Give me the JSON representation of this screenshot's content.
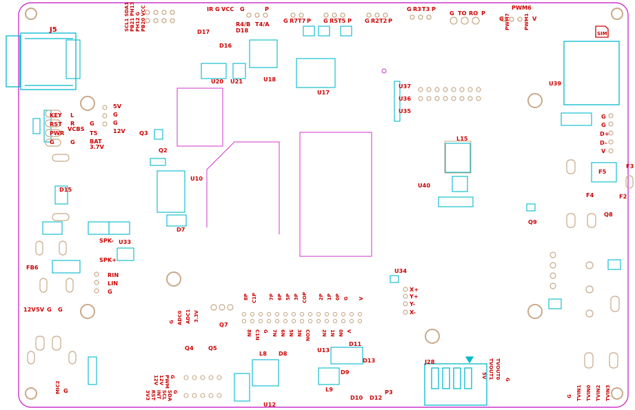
{
  "colors": {
    "background": "#ffffff",
    "outline": "#cc33cc",
    "silkscreen": "#cc0000",
    "pads": "#00b8cc",
    "holes": "#c8a888"
  },
  "labels": {
    "j5": "J5",
    "key": "KEY",
    "rst": "RST",
    "pwr": "PWR",
    "g_left": "G",
    "l": "L",
    "vcbs": "VCBS",
    "r": "R",
    "t5": "T5",
    "g_a": "G",
    "g_b": "G",
    "bat": "BAT",
    "v37": "3.7V",
    "v5": "5V",
    "g_p1": "G",
    "g_p2": "G",
    "v12": "12V",
    "pb20": "PB20 VCC",
    "ph12": "PH12 G",
    "pb21": "PB21 PH13",
    "scl1": "SCL1 SDA1",
    "ir": "IR",
    "ir_g": "G",
    "ir_vcc": "VCC",
    "d17": "D17",
    "d18": "D18",
    "d16": "D16",
    "u20": "U20",
    "u21": "U21",
    "g_top1": "G",
    "p_top1": "P",
    "r4b": "R4/B",
    "t4a": "T4/A",
    "u18": "U18",
    "g_top2": "G",
    "r7": "R7",
    "t7": "T7",
    "p_top2": "P",
    "g_top3": "G",
    "r5": "R5",
    "t5b": "T5",
    "p_top3": "P",
    "g_top4": "G",
    "r2": "R2",
    "t2": "T2",
    "p_top4": "P",
    "u17": "U17",
    "g_top5": "G",
    "r3": "R3",
    "t3": "T3",
    "p_top5": "P",
    "g_top6": "G",
    "to": "TO",
    "ro": "RO",
    "p_top6": "P",
    "pwm6": "PWM6",
    "pwm7": "PWM7",
    "pwm1": "PWM1",
    "g_pwm": "G",
    "v_pwm": "V",
    "sim": "SIM",
    "u37": "U37",
    "u36": "U36",
    "u35": "U35",
    "u39": "U39",
    "q3": "Q3",
    "q2": "Q2",
    "u10": "U10",
    "d7": "D7",
    "d15": "D15",
    "l15": "L15",
    "u40": "U40",
    "f5": "F5",
    "f3": "F3",
    "f4": "F4",
    "f2": "F2",
    "q8": "Q8",
    "q9": "Q9",
    "g_r1": "G",
    "g_r2": "G",
    "dp": "D+",
    "dm": "D-",
    "v_r": "V",
    "spkm": "SPK-",
    "spkp": "SPK+",
    "u33": "U33",
    "fb6": "FB6",
    "rin": "RIN",
    "lin": "LIN",
    "g_aud": "G",
    "v12b": "12V",
    "v5b": "5V",
    "g_b1": "G",
    "g_b2": "G",
    "mic2": "MIC2",
    "g_mic": "G",
    "u34": "U34",
    "xp": "X+",
    "yp": "Y+",
    "ym": "Y-",
    "xm": "X-",
    "v33": "3.3V",
    "adc1": "ADC1",
    "adc0": "ADC0",
    "g_adc": "G",
    "q7": "Q7",
    "q4": "Q4",
    "q5": "Q5",
    "c1p": "C1P",
    "c1n": "C1N",
    "bp": "8P",
    "bn": "8N",
    "p7": "7P",
    "n7": "7N",
    "p6": "6P",
    "n6": "6N",
    "p5": "5P",
    "n5": "5N",
    "p3": "3P",
    "n3": "3N",
    "cop": "COP",
    "con": "CON",
    "p2": "2P",
    "n2": "2N",
    "p1": "1P",
    "n1": "1N",
    "p0": "0P",
    "n0": "0N",
    "g_cam1": "G",
    "g_cam2": "G",
    "v_cam1": "V",
    "v_cam2": "V",
    "l8": "L8",
    "d8": "D8",
    "u12": "U12",
    "u13": "U13",
    "d11": "D11",
    "d13": "D13",
    "d9": "D9",
    "l9": "L9",
    "d10": "D10",
    "d12": "D12",
    "p3conn": "P3",
    "j28": "J28",
    "tvout0": "TVOUT0",
    "tvout1": "TVOUT1",
    "v5tv": "5V",
    "g_tv": "G",
    "g_pwm2": "G",
    "pwm_b": "PWM",
    "v12c": "12V",
    "v12d": "12V",
    "g_i2c": "G",
    "sda": "SDA",
    "scl": "SCL",
    "int": "INT",
    "rst2": "RST",
    "v33b": "3V3",
    "g_tvin": "G",
    "tvin1": "TVIN1",
    "tvin0": "TVIN0",
    "tvin2": "TVIN2",
    "tvin3": "TVIN3"
  }
}
